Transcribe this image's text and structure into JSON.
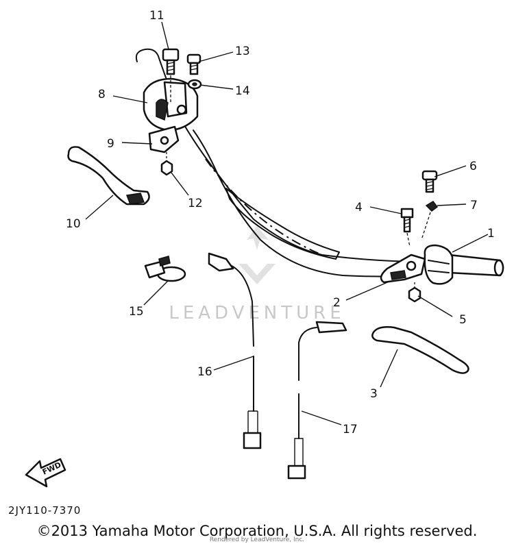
{
  "diagram": {
    "callouts": [
      {
        "id": "1",
        "label": "1"
      },
      {
        "id": "2",
        "label": "2"
      },
      {
        "id": "3",
        "label": "3"
      },
      {
        "id": "4",
        "label": "4"
      },
      {
        "id": "5",
        "label": "5"
      },
      {
        "id": "6",
        "label": "6"
      },
      {
        "id": "7",
        "label": "7"
      },
      {
        "id": "8",
        "label": "8"
      },
      {
        "id": "9",
        "label": "9"
      },
      {
        "id": "10",
        "label": "10"
      },
      {
        "id": "11",
        "label": "11"
      },
      {
        "id": "12",
        "label": "12"
      },
      {
        "id": "13",
        "label": "13"
      },
      {
        "id": "14",
        "label": "14"
      },
      {
        "id": "15",
        "label": "15"
      },
      {
        "id": "16",
        "label": "16"
      },
      {
        "id": "17",
        "label": "17"
      }
    ],
    "fwd_label": "FWD",
    "part_code": "2JY110-7370",
    "watermark": "LEADVENTURE",
    "watermark_small": "Rendered by LeadVenture, Inc.",
    "copyright": "©2013 Yamaha Motor Corporation, U.S.A. All rights reserved."
  }
}
